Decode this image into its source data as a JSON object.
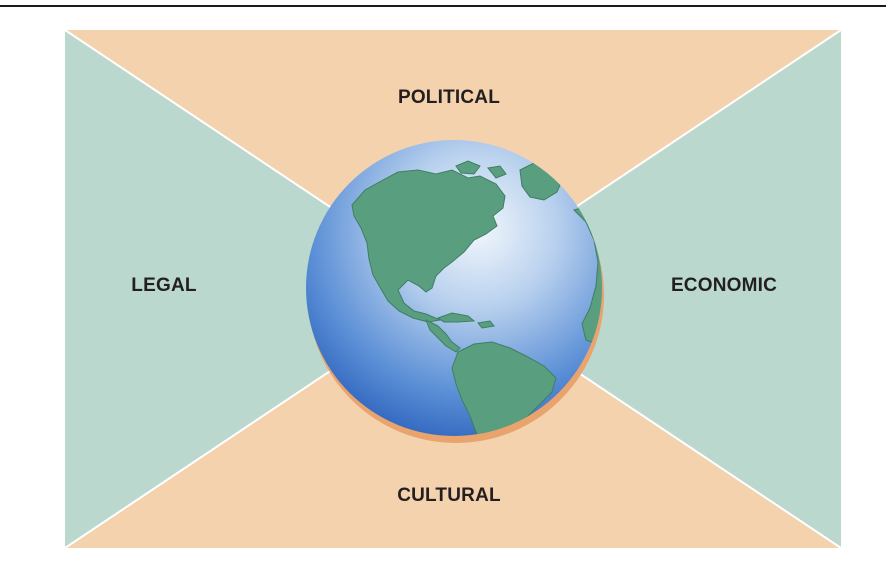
{
  "labels": {
    "top": "POLITICAL",
    "left": "LEGAL",
    "right": "ECONOMIC",
    "bottom": "CULTURAL"
  },
  "colors": {
    "vertical_quadrants": "#f4d2ae",
    "horizontal_quadrants": "#bad8cd",
    "divider_lines": "#ffffff",
    "ocean_highlight": "#eef4fb",
    "ocean_shadow": "#2f6cc4",
    "land": "#5a9e80",
    "globe_shadow": "#e8a46c",
    "top_rule": "#1a1a1a"
  },
  "icons": {
    "center": "globe-icon"
  }
}
